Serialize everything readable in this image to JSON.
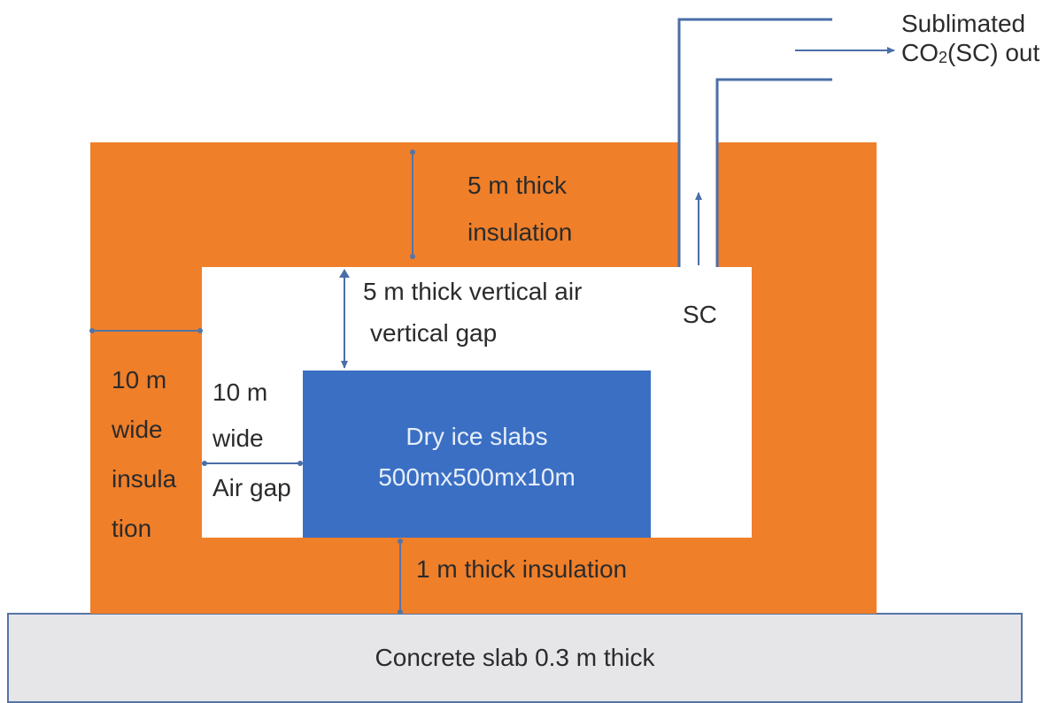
{
  "diagram": {
    "labels": {
      "sublimated_out_line1": "Sublimated",
      "sublimated_out_line2_pre": "CO",
      "sublimated_out_line2_sub": "2",
      "sublimated_out_line2_post": "(SC) out",
      "top_insulation_line1": "5 m thick",
      "top_insulation_line2": "insulation",
      "vertical_gap_line1": "5 m thick vertical air",
      "vertical_gap_line2": "vertical gap",
      "sc_label": "SC",
      "side_insulation_lines": [
        "10 m",
        "wide",
        "insula",
        "tion"
      ],
      "side_air_gap_lines": [
        "10 m",
        "wide",
        "Air gap"
      ],
      "dry_ice_line1": "Dry ice slabs",
      "dry_ice_line2": "500mx500mx10m",
      "bottom_insulation": "1 m thick insulation",
      "concrete_slab": "Concrete slab 0.3 m thick"
    },
    "colors": {
      "insulation": "#f07f2a",
      "air_gap": "#ffffff",
      "dry_ice": "#3a6fc4",
      "concrete": "#e6e6e9",
      "outline": "#5574a6",
      "arrow": "#4a6ea8",
      "text_dark": "#2b2b2b",
      "text_light": "#e7eef9"
    }
  }
}
